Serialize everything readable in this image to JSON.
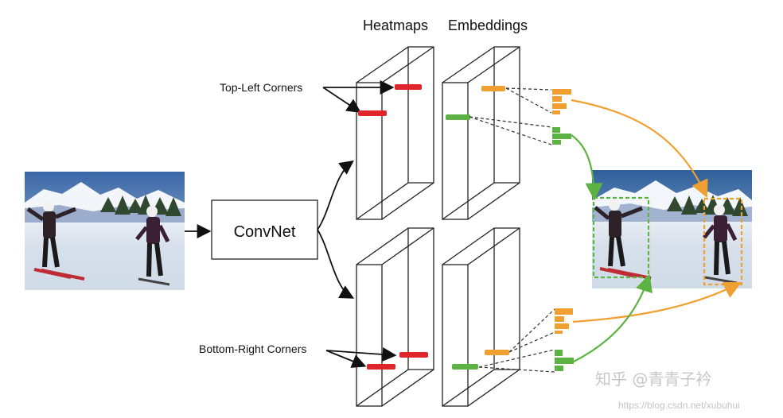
{
  "headers": {
    "heatmaps": "Heatmaps",
    "embeddings": "Embeddings"
  },
  "annotations": {
    "top_left": "Top-Left Corners",
    "bottom_right": "Bottom-Right Corners"
  },
  "network": {
    "label": "ConvNet"
  },
  "watermark": {
    "main": "知乎 @青青子衿",
    "url": "https://blog.csdn.net/xubuhui"
  },
  "colors": {
    "heatmap_marker": "#e0262b",
    "embedding_top_left": "#f0a030",
    "embedding_bottom_right": "#5cb342",
    "outline": "#222222"
  }
}
